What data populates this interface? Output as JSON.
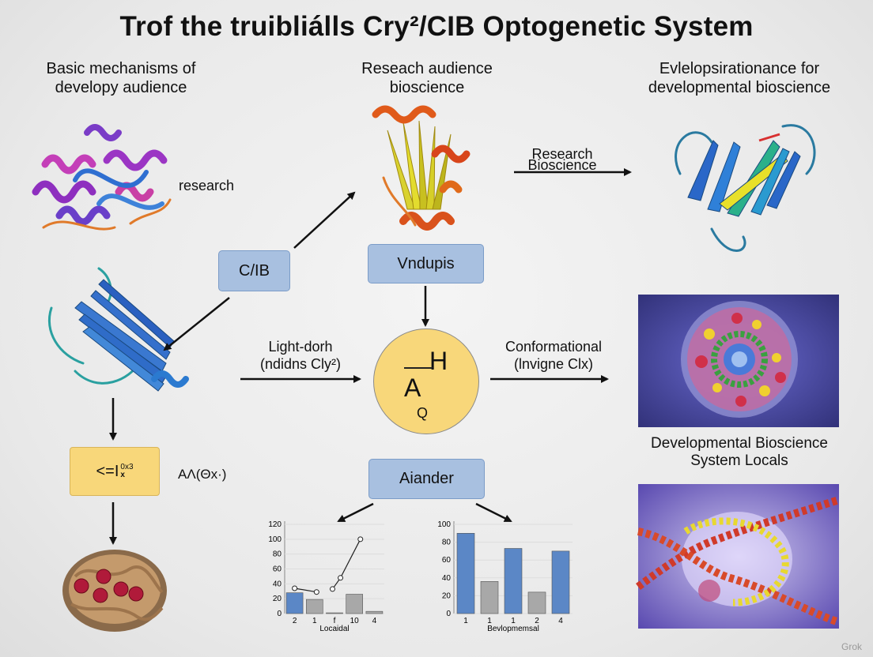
{
  "title": "Trof the truibliálls Cry²/CIB Optogenetic System",
  "headers": {
    "left": [
      "Basic mechanisms of",
      "develop­y audience"
    ],
    "center": [
      "Reseach audience",
      "bioscience"
    ],
    "right": [
      "Evlelopsirationance for",
      "developmental bioscience"
    ]
  },
  "labels": {
    "research": "research",
    "research_bioscience_1": "Research",
    "research_bioscience_2": "Bioscience",
    "light_1": "Light-dorh",
    "light_2": "(ndidns Cly²)",
    "conformational_1": "Conformational",
    "conformational_2": "(lnvigne Clx)",
    "developmental_1": "Developmental Bioscience",
    "developmental_2": "System Locals",
    "formula_side": "AΛ(Θx·)"
  },
  "boxes": {
    "cib": "C/IB",
    "vndupis": "Vndupis",
    "aiander": "Aiander",
    "formula": "<=I",
    "formula_sub": "x",
    "formula_sup": "0x3"
  },
  "circle": {
    "h": "H",
    "a": "A",
    "q": "Q"
  },
  "watermark": "Grok",
  "colors": {
    "box_blue": "#a8c0e0",
    "box_yellow": "#f8d77a",
    "bar_blue": "#5b87c6",
    "bar_gray": "#a8a8a8"
  },
  "chart_data": [
    {
      "type": "bar",
      "categories": [
        "2",
        "",
        "",
        "",
        "4"
      ],
      "tick_labels": [
        "2",
        "1",
        "f",
        "10",
        "4"
      ],
      "xlabel": "Locaidal",
      "ylim": [
        0,
        120
      ],
      "yticks": [
        0,
        20,
        40,
        60,
        80,
        100,
        120
      ],
      "series": [
        {
          "values": [
            28,
            19,
            1,
            26,
            3
          ],
          "colors": [
            "blue",
            "gray",
            "gray",
            "gray",
            "gray"
          ]
        }
      ],
      "line": {
        "points": [
          [
            0,
            34
          ],
          [
            1.1,
            29
          ],
          [
            1.9,
            33
          ],
          [
            2.3,
            48
          ],
          [
            3.3,
            100
          ]
        ]
      }
    },
    {
      "type": "bar",
      "categories": [
        "1",
        "",
        "",
        "",
        "4"
      ],
      "tick_labels": [
        "1",
        "1",
        "1",
        "2",
        "4"
      ],
      "xlabel": "Bevlopmemsal",
      "ylim": [
        0,
        100
      ],
      "yticks": [
        0,
        20,
        40,
        60,
        80,
        100
      ],
      "series": [
        {
          "values": [
            90,
            36,
            73,
            24,
            70
          ],
          "colors": [
            "blue",
            "gray",
            "blue",
            "gray",
            "blue"
          ]
        }
      ]
    }
  ]
}
